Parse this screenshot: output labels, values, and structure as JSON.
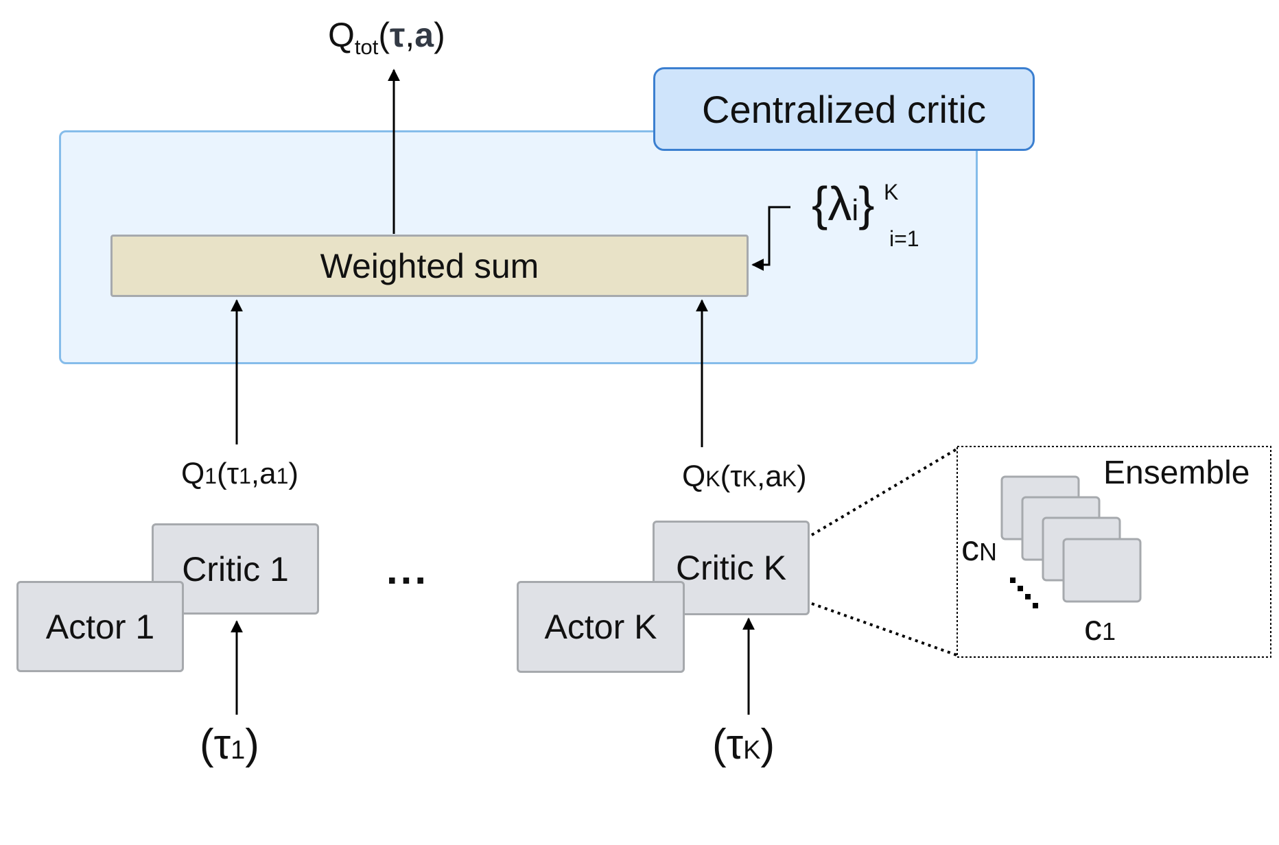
{
  "output": {
    "q": "Q",
    "sub": "tot",
    "open": "(",
    "tau": "τ",
    "comma": ",",
    "a": "a",
    "close": ")"
  },
  "centralized_critic": {
    "label": "Centralized critic"
  },
  "weighted_sum": {
    "label": "Weighted sum"
  },
  "lambda_set": {
    "body": "{λ",
    "i": "i",
    "brace": "}",
    "sup": "K",
    "sub": "i=1"
  },
  "agent1": {
    "q_label": {
      "q": "Q",
      "sub": "1",
      "open": "(τ",
      "tsub": "1",
      "mid": ",a",
      "asub": "1",
      "close": ")"
    },
    "critic": "Critic 1",
    "actor": "Actor 1",
    "input": {
      "open": "(τ",
      "sub": "1",
      "close": ")"
    }
  },
  "ellipsis": "...",
  "agentK": {
    "q_label": {
      "q": "Q",
      "sub": "K",
      "open": "(τ",
      "tsub": "K",
      "mid": ",a",
      "asub": "K",
      "close": ")"
    },
    "critic": "Critic K",
    "actor": "Actor K",
    "input": {
      "open": "(τ",
      "sub": "K",
      "close": ")"
    }
  },
  "ensemble": {
    "title": "Ensemble",
    "cN": {
      "c": "c",
      "sub": "N"
    },
    "c1": {
      "c": "c",
      "sub": "1"
    }
  },
  "colors": {
    "critic_panel_bg": "#eaf4fe",
    "critic_panel_border": "#85bcea",
    "critic_tab_bg": "#cfe4fb",
    "critic_tab_border": "#3b7fd0",
    "weighted_sum_bg": "#e8e2c7",
    "box_gray": "#dfe1e6",
    "box_border": "#a6a9ad"
  }
}
